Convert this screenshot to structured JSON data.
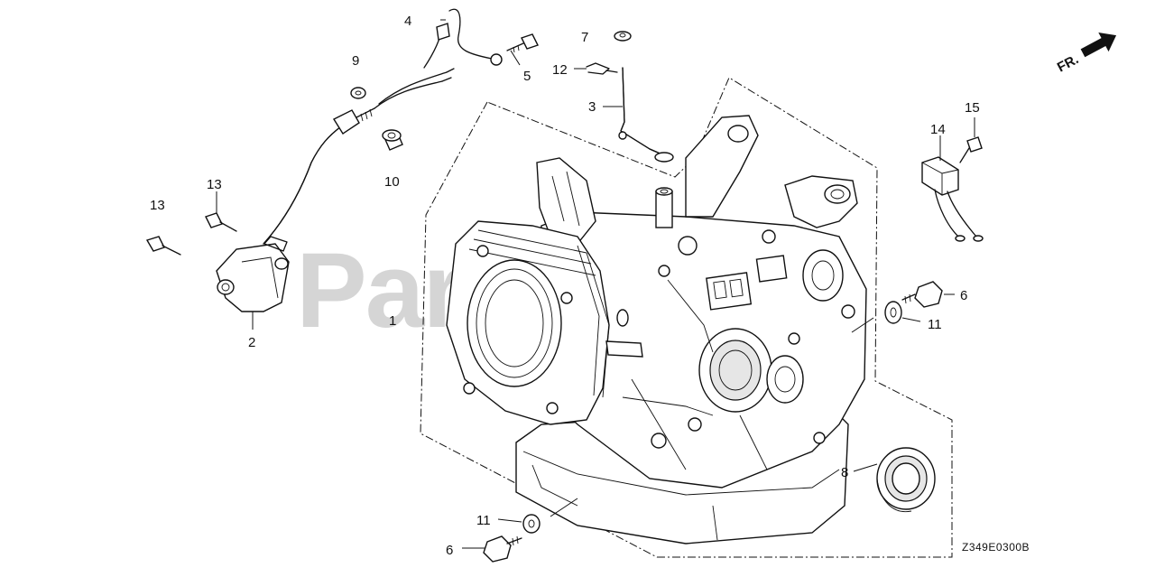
{
  "watermark": "PartsTree",
  "diagram_code": "Z349E0300B",
  "front_marker": "FR.",
  "callouts": {
    "c1": "1",
    "c2": "2",
    "c3": "3",
    "c4": "4",
    "c5": "5",
    "c6a": "6",
    "c6b": "6",
    "c7": "7",
    "c8": "8",
    "c9": "9",
    "c10": "10",
    "c11a": "11",
    "c11b": "11",
    "c12": "12",
    "c13a": "13",
    "c13b": "13",
    "c14": "14",
    "c15": "15"
  }
}
